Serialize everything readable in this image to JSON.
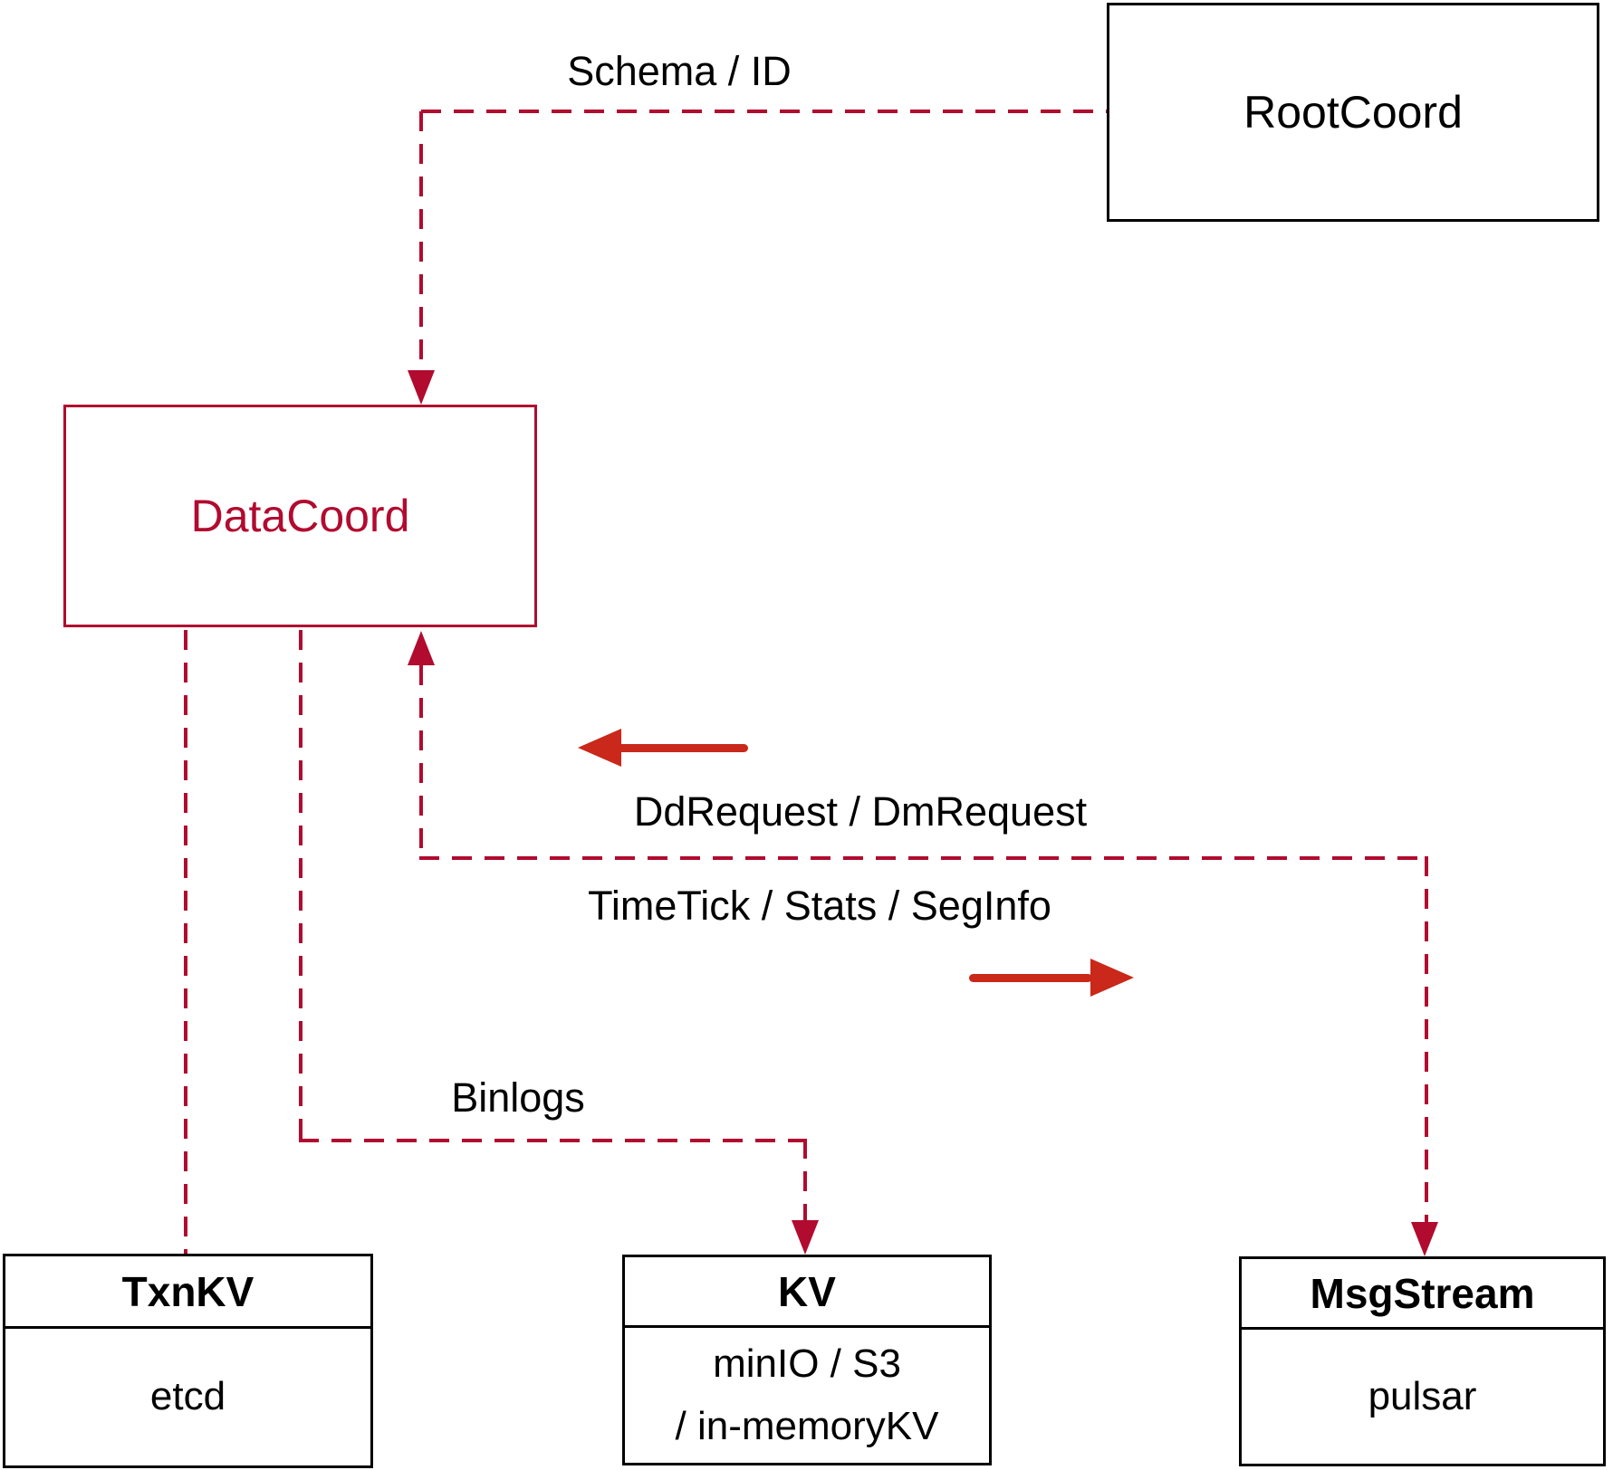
{
  "colors": {
    "crimson": "#b10b2f",
    "arrow_red": "#c9281a",
    "node_border": "#000000",
    "text": "#000000",
    "background": "#ffffff"
  },
  "nodes": {
    "root_coord": {
      "label": "RootCoord"
    },
    "data_coord": {
      "label": "DataCoord"
    },
    "txn_kv": {
      "title": "TxnKV",
      "body": "etcd"
    },
    "kv": {
      "title": "KV",
      "body_line1": "minIO / S3",
      "body_line2": "/ in-memoryKV"
    },
    "msg_stream": {
      "title": "MsgStream",
      "body": "pulsar"
    }
  },
  "edges": {
    "schema_id_label": "Schema / ID",
    "dd_dm_label": "DdRequest / DmRequest",
    "timetick_label": "TimeTick / Stats / SegInfo",
    "binlogs_label": "Binlogs"
  }
}
